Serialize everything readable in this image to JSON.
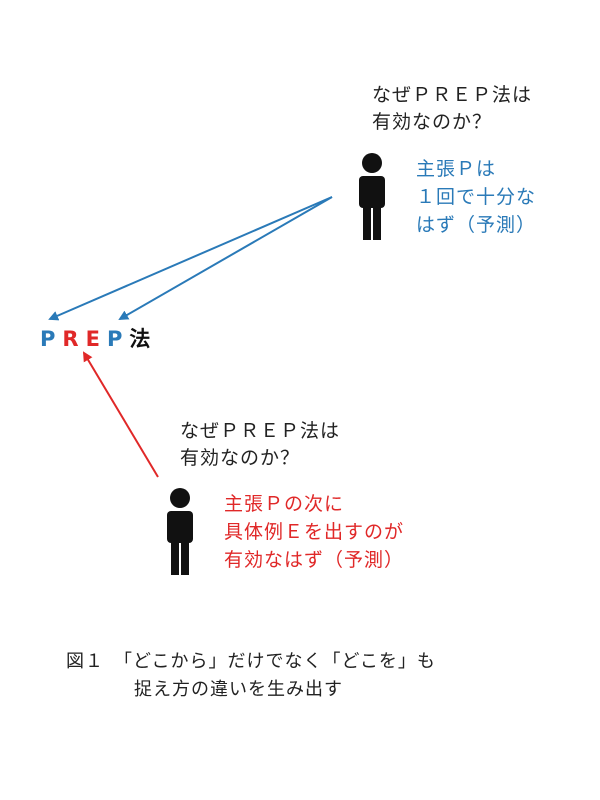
{
  "top": {
    "question_line1": "なぜＰＲＥＰ法は",
    "question_line2": "有効なのか？",
    "thought_line1": "主張Ｐは",
    "thought_line2": "１回で十分な",
    "thought_line3": "はず（予測）",
    "color": "#2a7ab8"
  },
  "bottom": {
    "question_line1": "なぜＰＲＥＰ法は",
    "question_line2": "有効なのか？",
    "thought_line1": "主張Ｐの次に",
    "thought_line2": "具体例Ｅを出すのが",
    "thought_line3": "有効なはず（予測）",
    "color": "#e02828"
  },
  "prep": {
    "p1": "P",
    "r": "R",
    "e": "E",
    "p2": "P",
    "suffix": "法",
    "letter_colors": {
      "P": "#2a7ab8",
      "R": "#e02828",
      "E": "#e02828",
      "suffix": "#111111"
    }
  },
  "caption": {
    "line1": "図１　「どこから」だけでなく「どこを」も",
    "line2": "捉え方の違いを生み出す"
  },
  "icons": [
    "person-icon",
    "person-icon"
  ]
}
